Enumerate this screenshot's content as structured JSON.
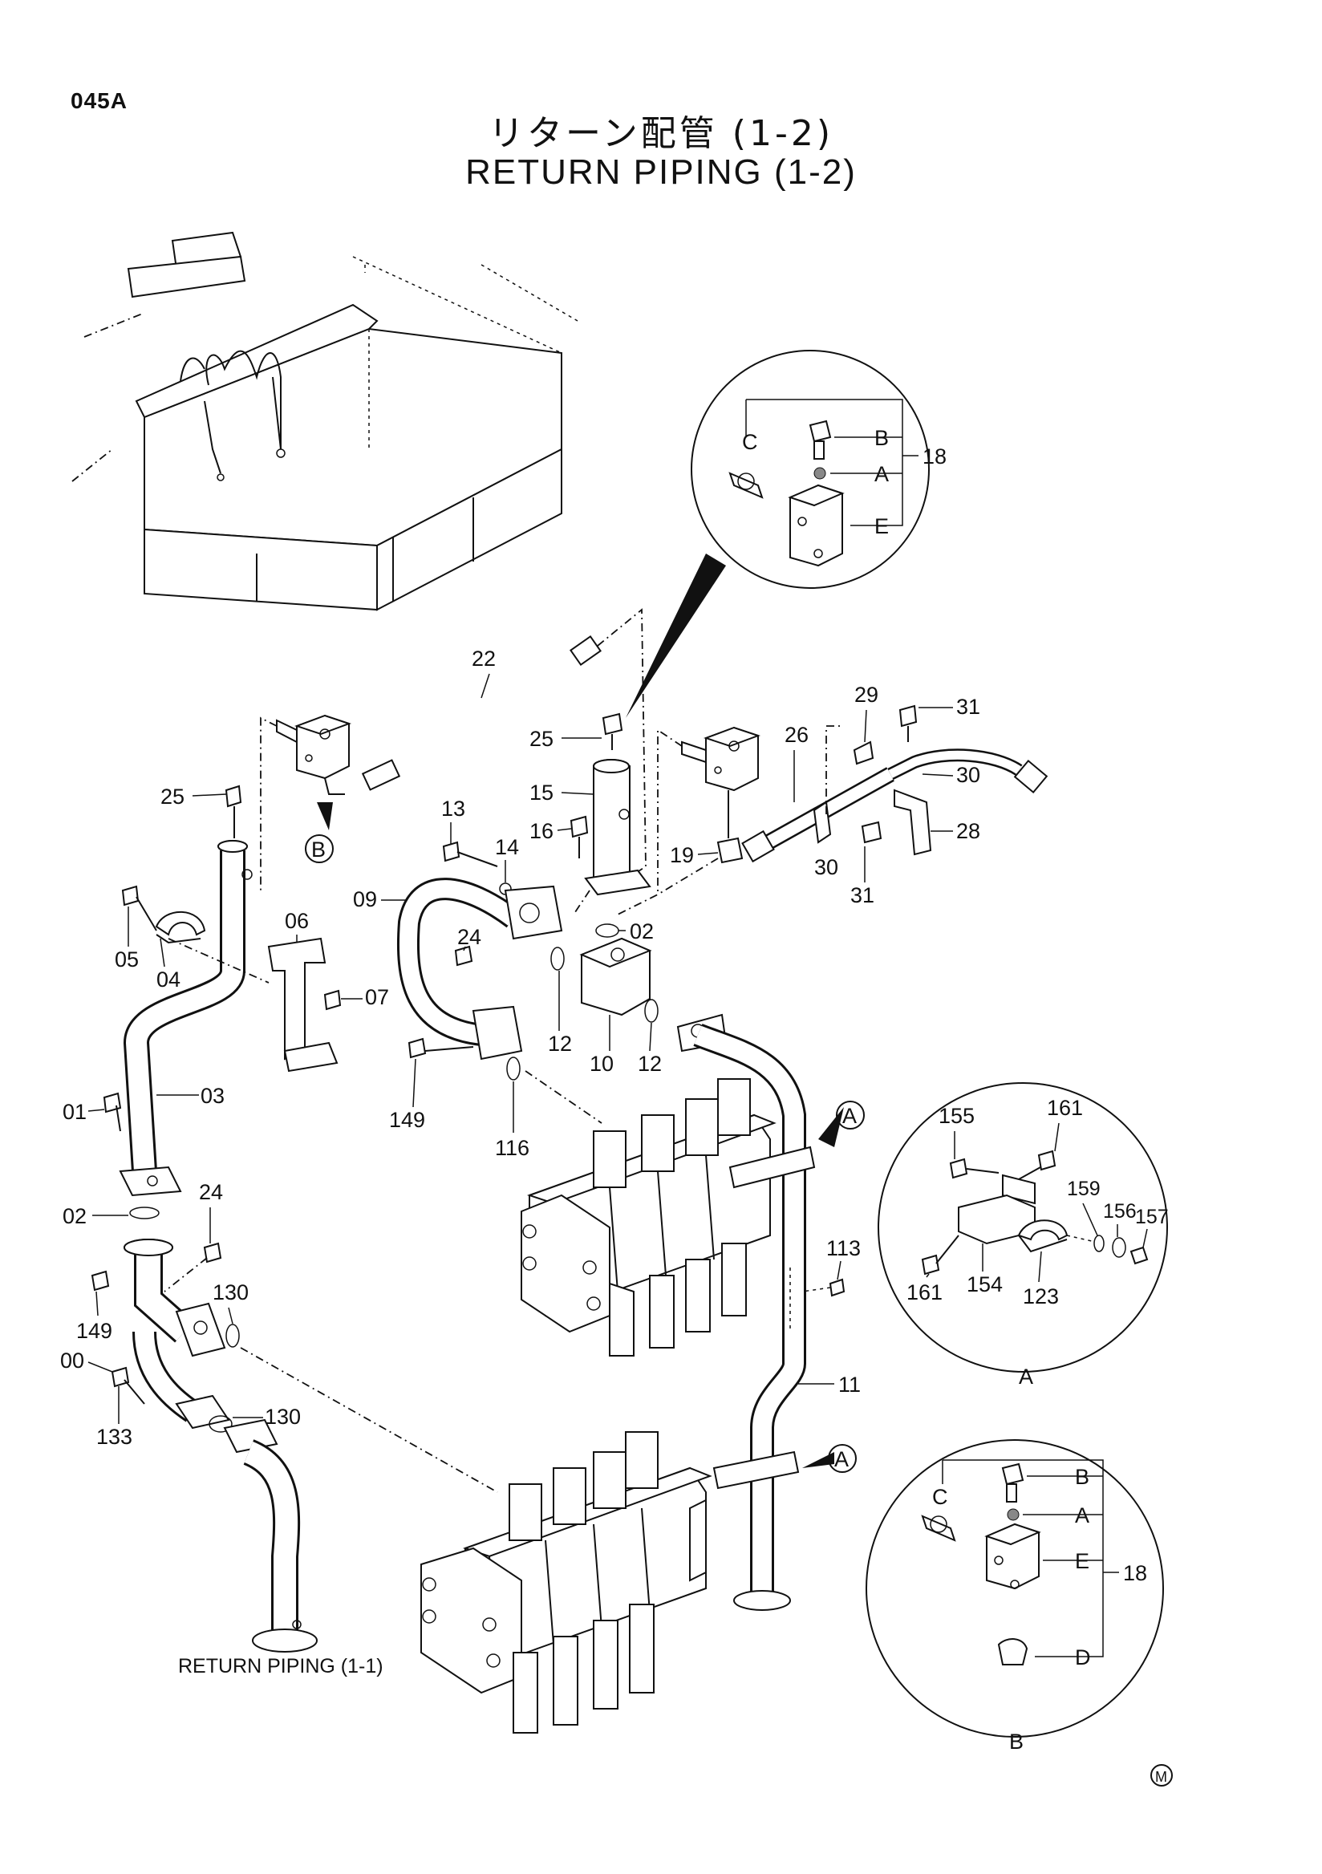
{
  "header": {
    "page_code": "045A",
    "title_jp": "リターン配管 (1-2)",
    "title_en": "RETURN PIPING (1-2)"
  },
  "labels": {
    "n22": "22",
    "n25a": "25",
    "n25b": "25",
    "n15": "15",
    "n16": "16",
    "n19": "19",
    "n26": "26",
    "n29": "29",
    "n31a": "31",
    "n31b": "31",
    "n30a": "30",
    "n30b": "30",
    "n28": "28",
    "n13": "13",
    "n14": "14",
    "n02a": "02",
    "n02b": "02",
    "n09": "09",
    "n24a": "24",
    "n24b": "24",
    "n12a": "12",
    "n12b": "12",
    "n10": "10",
    "n149a": "149",
    "n149b": "149",
    "n116": "116",
    "n05": "05",
    "n04": "04",
    "n06": "06",
    "n07": "07",
    "n03": "03",
    "n01": "01",
    "n130a": "130",
    "n130b": "130",
    "n00": "00",
    "n133": "133",
    "n113": "113",
    "n11": "11",
    "n18a": "18",
    "n18b": "18",
    "callout_b": "B",
    "callout_a1": "A",
    "callout_a2": "A",
    "detail_top": {
      "c": "C",
      "b": "B",
      "a": "A",
      "e": "E"
    },
    "detail_a": {
      "n155": "155",
      "n161a": "161",
      "n159": "159",
      "n156": "156",
      "n157": "157",
      "n161b": "161",
      "n154": "154",
      "n123": "123",
      "caption": "A"
    },
    "detail_b": {
      "c": "C",
      "b": "B",
      "a": "A",
      "e": "E",
      "d": "D",
      "caption": "B"
    },
    "return_piping_ref": "RETURN PIPING (1-1)",
    "corner_mark": "M"
  }
}
